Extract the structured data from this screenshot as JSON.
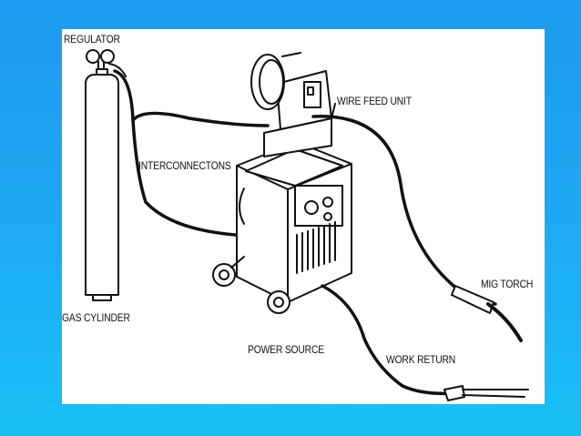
{
  "diagram": {
    "labels": {
      "regulator": "REGULATOR",
      "wire_feed_unit": "WIRE FEED UNIT",
      "interconnections": "INTERCONNECTONS",
      "mig_torch": "MIG TORCH",
      "gas_cylinder": "GAS CYLINDER",
      "power_source": "POWER SOURCE",
      "work_return": "WORK RETURN"
    }
  }
}
